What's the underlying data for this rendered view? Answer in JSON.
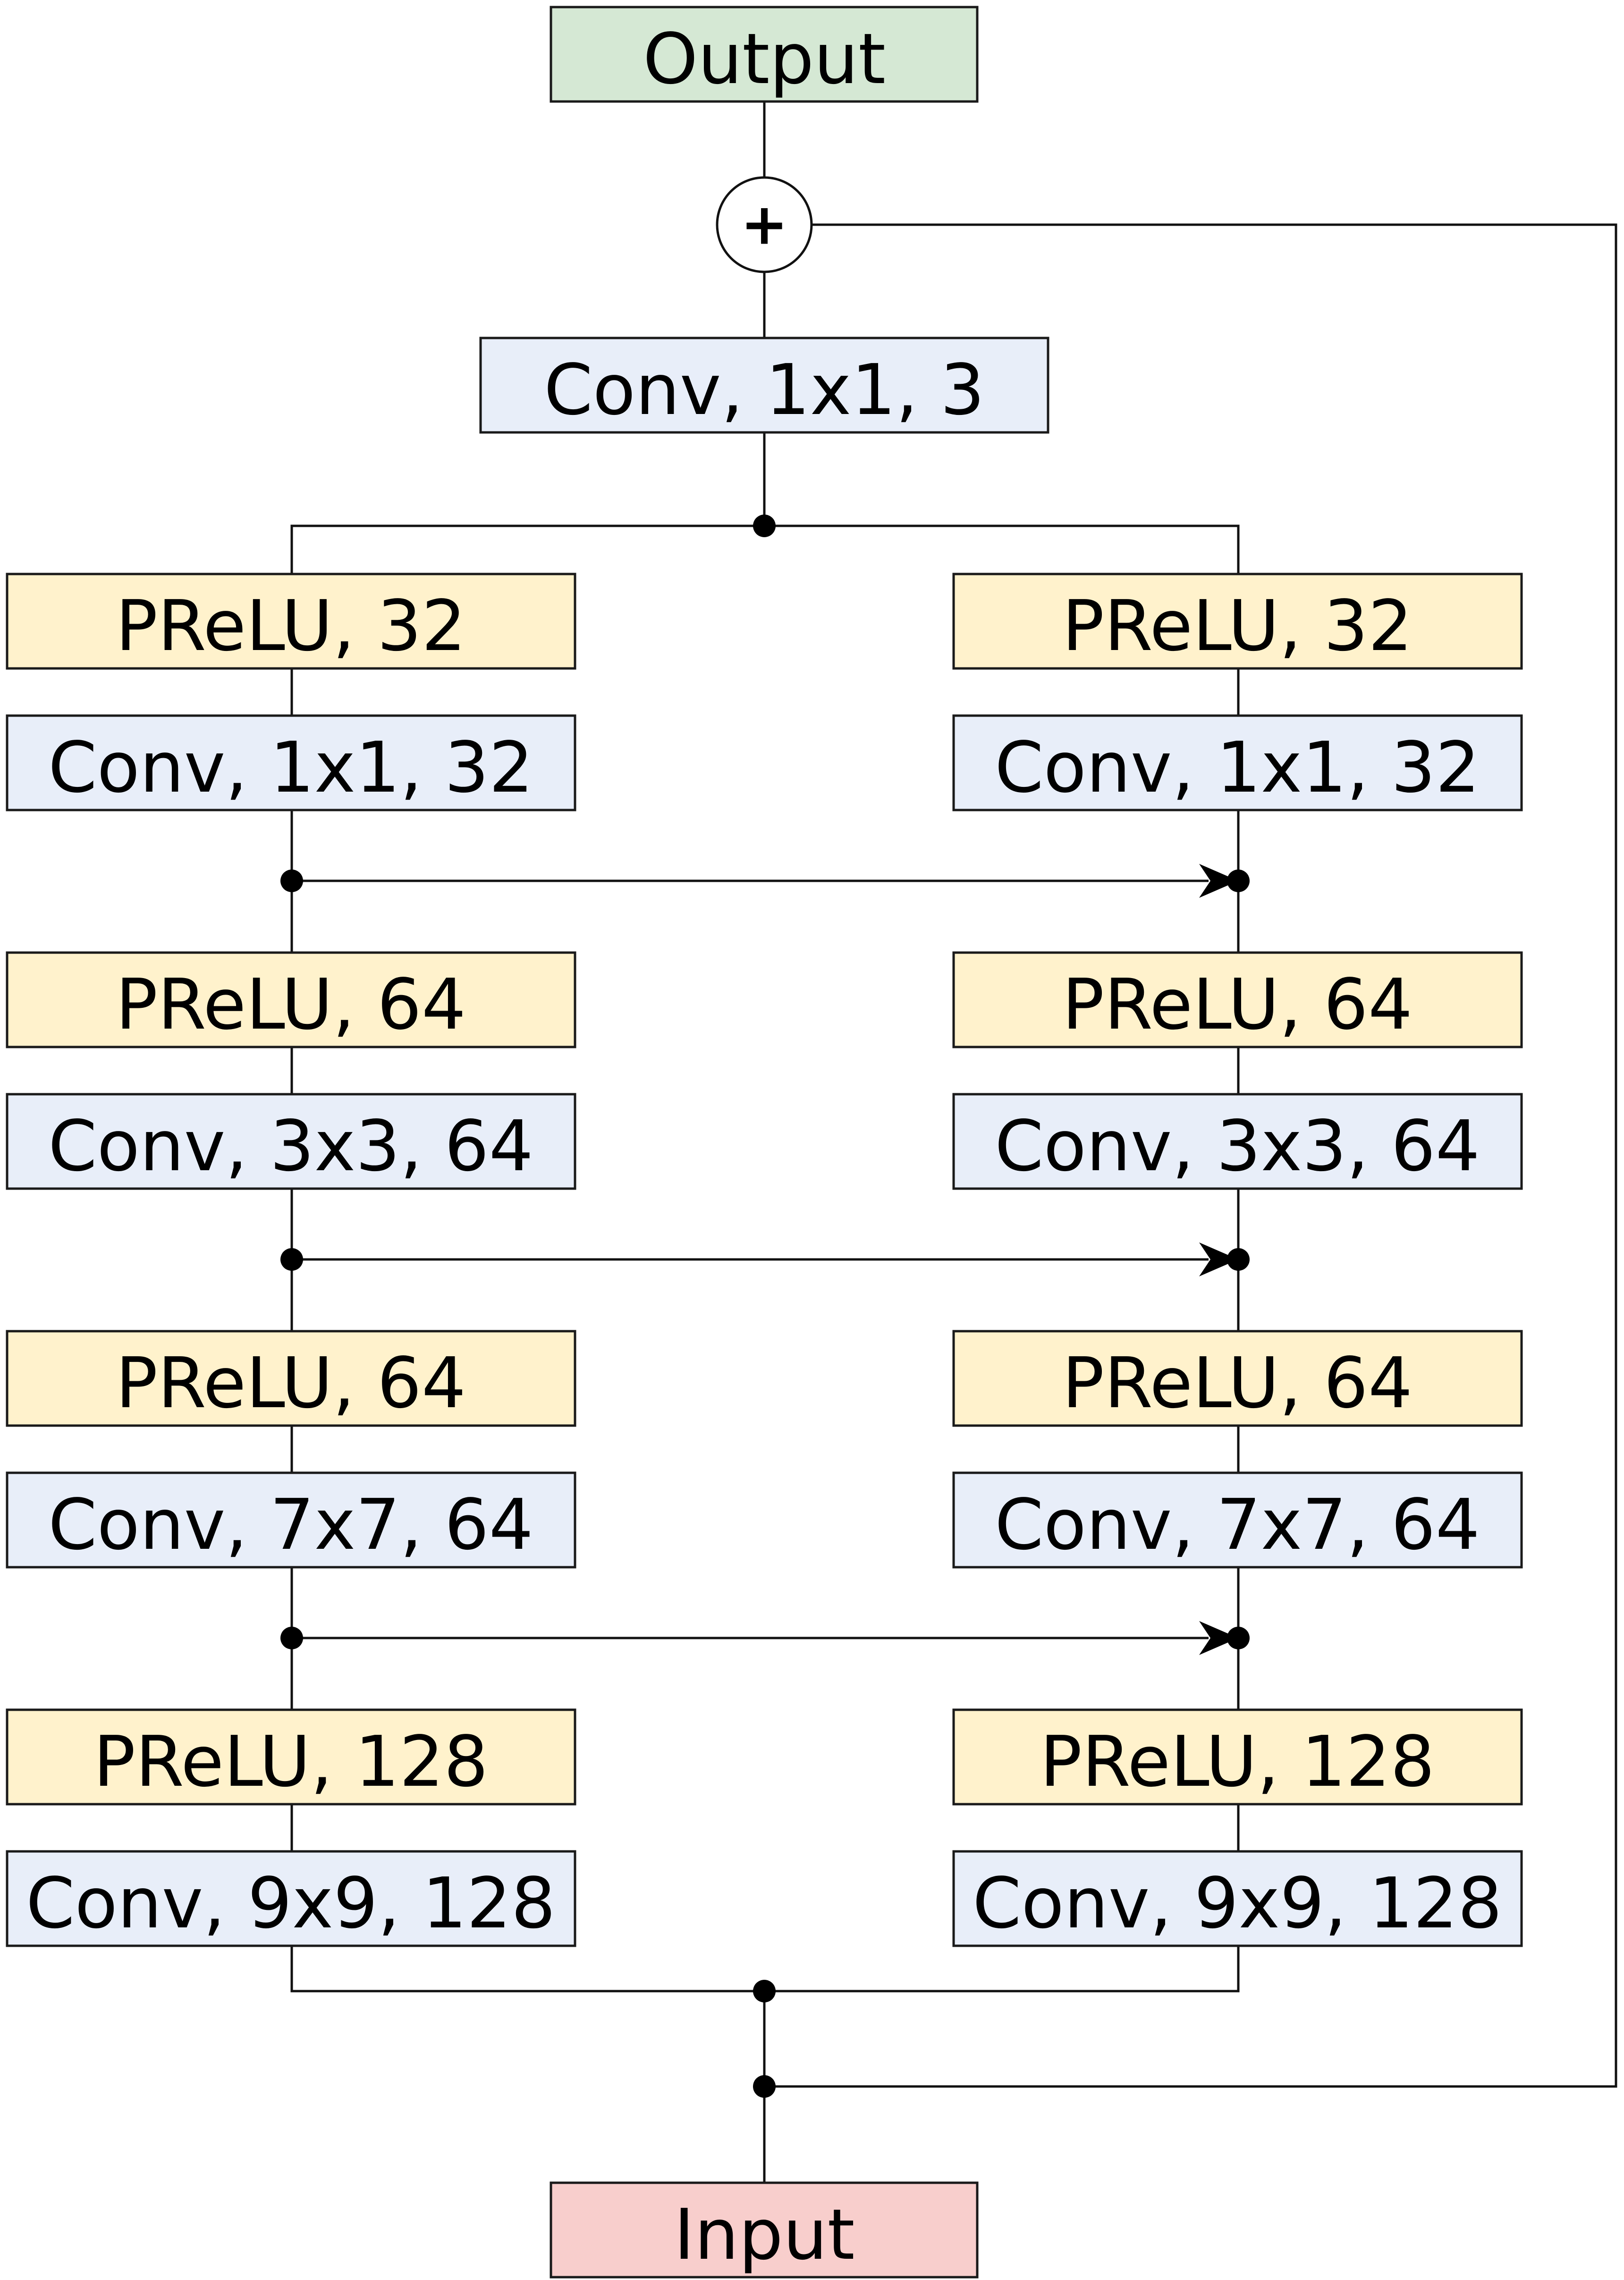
{
  "nodes": {
    "output": "Output",
    "input": "Input",
    "conv_final": "Conv, 1x1, 3",
    "sum": "+",
    "left": [
      {
        "prelu": "PReLU, 32",
        "conv": "Conv, 1x1, 32"
      },
      {
        "prelu": "PReLU, 64",
        "conv": "Conv, 3x3, 64"
      },
      {
        "prelu": "PReLU, 64",
        "conv": "Conv, 7x7, 64"
      },
      {
        "prelu": "PReLU, 128",
        "conv": "Conv, 9x9, 128"
      }
    ],
    "right": [
      {
        "prelu": "PReLU, 32",
        "conv": "Conv, 1x1, 32"
      },
      {
        "prelu": "PReLU, 64",
        "conv": "Conv, 3x3, 64"
      },
      {
        "prelu": "PReLU, 64",
        "conv": "Conv, 7x7, 64"
      },
      {
        "prelu": "PReLU, 128",
        "conv": "Conv, 9x9, 128"
      }
    ]
  },
  "colors": {
    "output_fill": "#d5e8d4",
    "input_fill": "#f8cecc",
    "conv_fill": "#e8eef9",
    "prelu_fill": "#fff2cc",
    "stroke": "#1a1a1a"
  }
}
